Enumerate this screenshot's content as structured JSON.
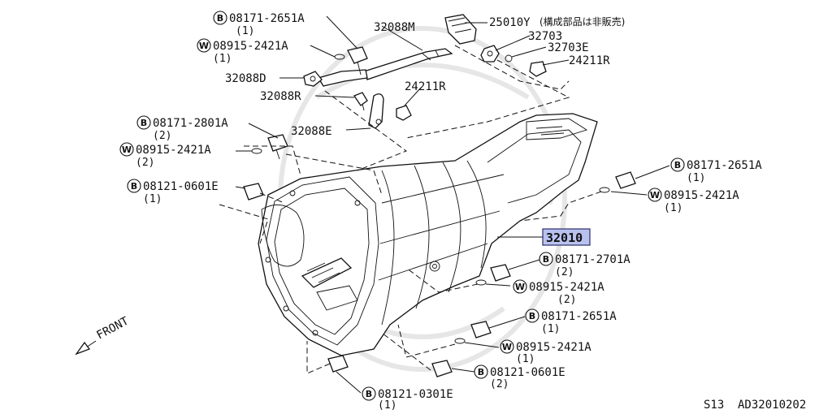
{
  "labels": {
    "b_08171_2651a_top": "08171-2651A",
    "b_08171_2651a_top_qty": "(1)",
    "w_08915_2421a_top": "08915-2421A",
    "w_08915_2421a_top_qty": "(1)",
    "p32088d": "32088D",
    "p32088r": "32088R",
    "p32088e": "32088E",
    "p32088m": "32088M",
    "p25010y": "25010Y",
    "p25010y_note": "(構成部品は非販売)",
    "p32703": "32703",
    "p32703e": "32703E",
    "p24211r_top": "24211R",
    "p24211r_mid": "24211R",
    "b_08171_2801a": "08171-2801A",
    "b_08171_2801a_qty": "(2)",
    "w_08915_2421a_left": "08915-2421A",
    "w_08915_2421a_left_qty": "(2)",
    "b_08121_0601e_left": "08121-0601E",
    "b_08121_0601e_left_qty": "(1)",
    "b_08171_2651a_right": "08171-2651A",
    "b_08171_2651a_right_qty": "(1)",
    "w_08915_2421a_right": "08915-2421A",
    "w_08915_2421a_right_qty": "(1)",
    "p32010": "32010",
    "b_08171_2701a": "08171-2701A",
    "b_08171_2701a_qty": "(2)",
    "w_08915_2421a_r2": "08915-2421A",
    "w_08915_2421a_r2_qty": "(2)",
    "b_08171_2651a_r3": "08171-2651A",
    "b_08171_2651a_r3_qty": "(1)",
    "w_08915_2421a_r3": "08915-2421A",
    "w_08915_2421a_r3_qty": "(1)",
    "b_08121_0601e_bot": "08121-0601E",
    "b_08121_0601e_bot_qty": "(2)",
    "b_08121_0301e": "08121-0301E",
    "b_08121_0301e_qty": "(1)"
  },
  "symbols": {
    "bolt": "B",
    "washer": "W"
  },
  "front": "FRONT",
  "footer": {
    "page": "S13",
    "code": "AD32010202"
  },
  "highlight_color": "#b9c2ee"
}
